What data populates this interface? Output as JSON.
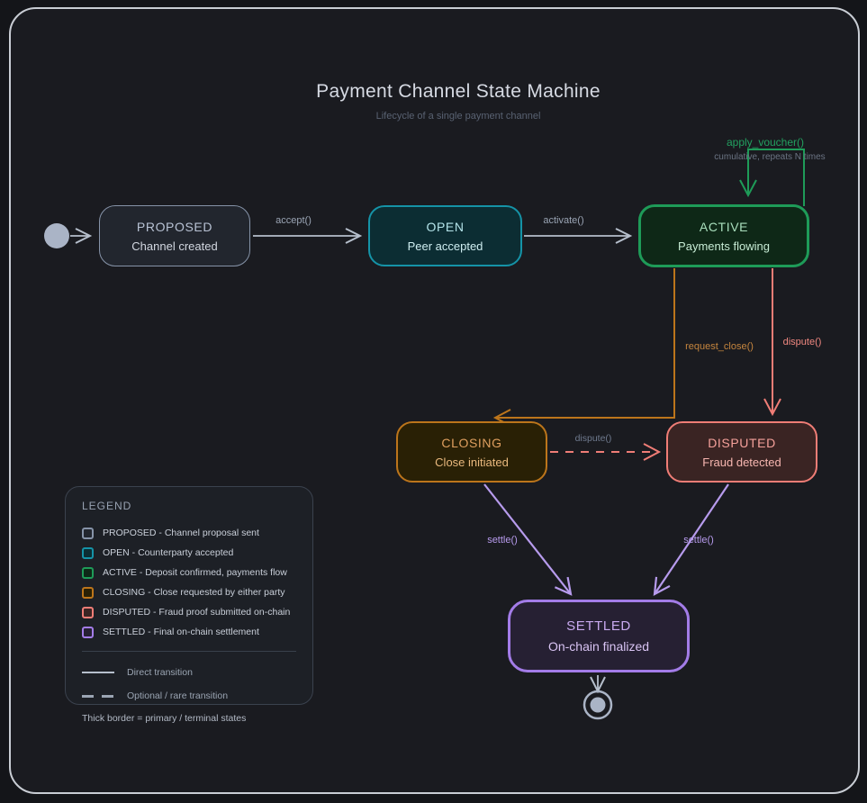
{
  "title": "Payment Channel State Machine",
  "subtitle": "Lifecycle of a single payment channel",
  "states": [
    {
      "name": "PROPOSED",
      "desc": "Channel created"
    },
    {
      "name": "OPEN",
      "desc": "Peer accepted"
    },
    {
      "name": "ACTIVE",
      "desc": "Payments flowing"
    },
    {
      "name": "CLOSING",
      "desc": "Close initiated"
    },
    {
      "name": "DISPUTED",
      "desc": "Fraud detected"
    },
    {
      "name": "SETTLED",
      "desc": "On-chain finalized"
    }
  ],
  "transitions": {
    "accept": "accept()",
    "activate": "activate()",
    "apply_voucher": "apply_voucher()",
    "apply_voucher_note": "cumulative, repeats N times",
    "request_close": "request_close()",
    "dispute_from_active": "dispute()",
    "dispute_from_closing": "dispute()",
    "settle_from_closing": "settle()",
    "settle_from_disputed": "settle()"
  },
  "legend": {
    "title": "LEGEND",
    "items": [
      {
        "label": "PROPOSED - Channel proposal sent"
      },
      {
        "label": "OPEN - Counterparty accepted"
      },
      {
        "label": "ACTIVE - Deposit confirmed, payments flow"
      },
      {
        "label": "CLOSING - Close requested by either party"
      },
      {
        "label": "DISPUTED - Fraud proof submitted on-chain"
      },
      {
        "label": "SETTLED - Final on-chain settlement"
      }
    ],
    "lines": [
      {
        "label": "Direct transition"
      },
      {
        "label": "Optional / rare transition"
      }
    ],
    "note": "Thick border = primary / terminal states"
  },
  "colors": {
    "background": "#141519",
    "canvas": "#1a1b20",
    "frame_border": "#c9cdd4",
    "title_text": "#d6dae3",
    "subtitle_text": "#596272",
    "arrow_gray": "#b6bfcc",
    "label_gray": "#9aa4b4",
    "label_note": "#6b7483",
    "label_muted": "#6f7a8e",
    "node_gray": "#aab4c6",
    "slate_border": "#8693a8",
    "slate_fill": "#22262e",
    "slate_text": "#b8c2d4",
    "slate_desc": "#d2d7e0",
    "teal_border": "#1593a7",
    "teal_fill": "#0c2d33",
    "teal_text": "#b4e4ea",
    "teal_desc": "#cfeef1",
    "green_border": "#1e9b58",
    "green_fill": "#0e2817",
    "green_text": "#a9dfbd",
    "green_desc": "#c6ebd4",
    "green_label": "#23a060",
    "orange_border": "#bc751b",
    "orange_fill": "#292005",
    "orange_text": "#df9f5f",
    "orange_desc": "#eab97e",
    "orange_label": "#c5853e",
    "salmon_border": "#ef7d76",
    "salmon_fill": "#3a2423",
    "salmon_text": "#f4a09a",
    "salmon_desc": "#f7b6b0",
    "salmon_label": "#f08880",
    "purple_border": "#a37ce8",
    "purple_fill": "#262033",
    "purple_text": "#c9aaf0",
    "purple_desc": "#d9c4f4",
    "purple_label": "#b79bed",
    "legend_bg": "#1d2026",
    "legend_border": "#3b424e",
    "legend_title": "#97a1b1",
    "legend_text": "#c9cfd9",
    "legend_line_text": "#9ba5b3",
    "legend_note": "#b3bac6",
    "legend_divider": "#39404b"
  }
}
